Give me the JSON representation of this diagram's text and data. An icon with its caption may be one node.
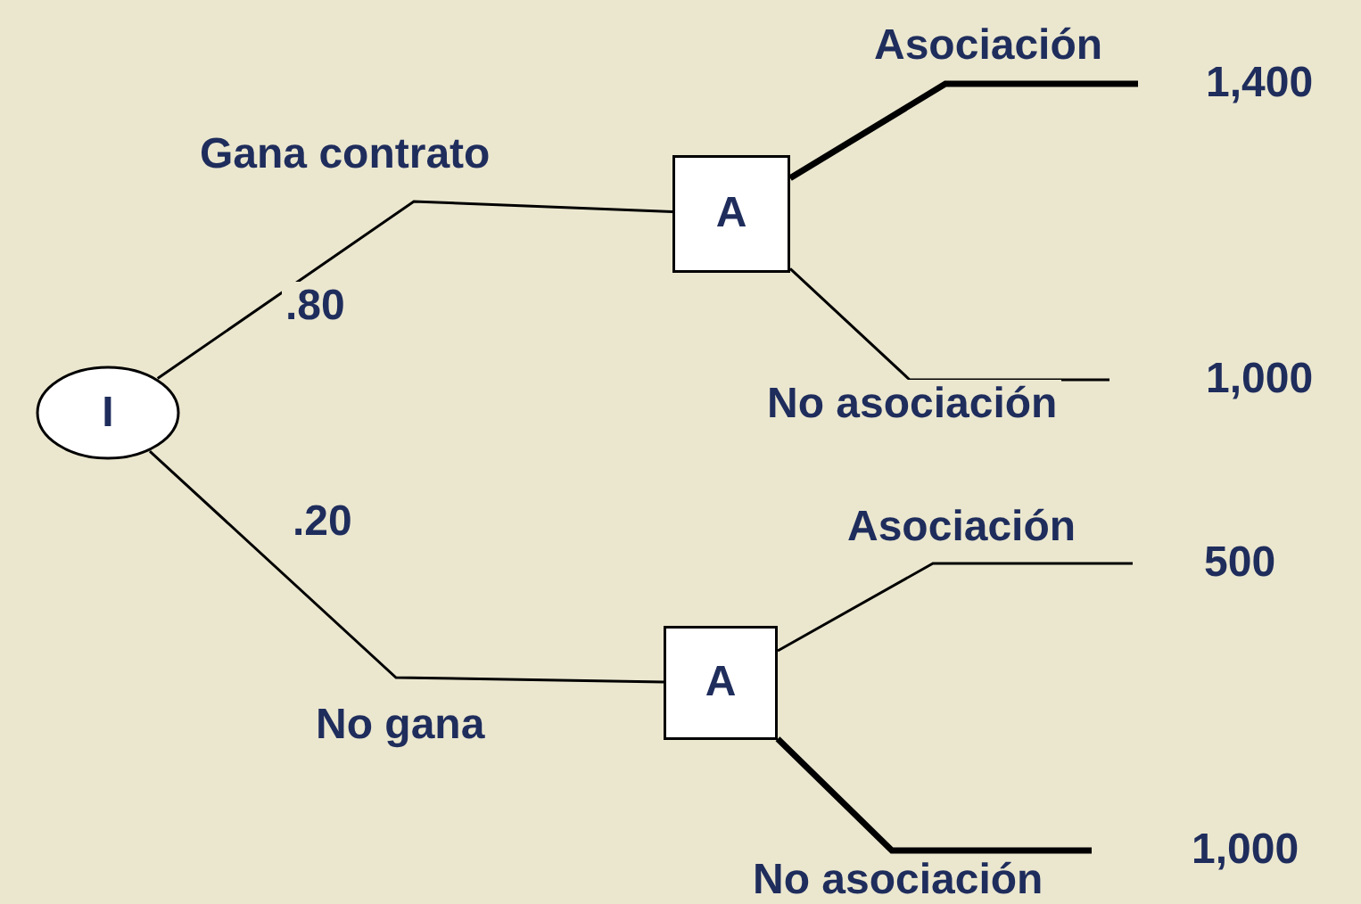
{
  "diagram": {
    "nodes": [
      {
        "text": [
          "I"
        ]
      },
      {
        "text": [
          "A"
        ]
      },
      {
        "text": [
          "A"
        ]
      },
      {
        "text": [
          "1,400"
        ]
      },
      {
        "text": [
          "1,000"
        ]
      },
      {
        "text": [
          "500"
        ]
      },
      {
        "text": [
          "1,000"
        ]
      }
    ],
    "edges": [
      {
        "from": 0,
        "to": 1,
        "arrow": "none",
        "label": "Gana contrato"
      },
      {
        "from": 0,
        "to": 2,
        "arrow": "none",
        "label": "No gana"
      },
      {
        "from": 1,
        "to": 3,
        "arrow": "none",
        "label": "Asociación",
        "style": "thick"
      },
      {
        "from": 1,
        "to": 4,
        "arrow": "none",
        "label": "No asociación"
      },
      {
        "from": 2,
        "to": 5,
        "arrow": "none",
        "label": "Asociación"
      },
      {
        "from": 2,
        "to": 6,
        "arrow": "none",
        "label": "No asociación",
        "style": "thick"
      }
    ],
    "labels": [
      ".80",
      ".20"
    ]
  }
}
